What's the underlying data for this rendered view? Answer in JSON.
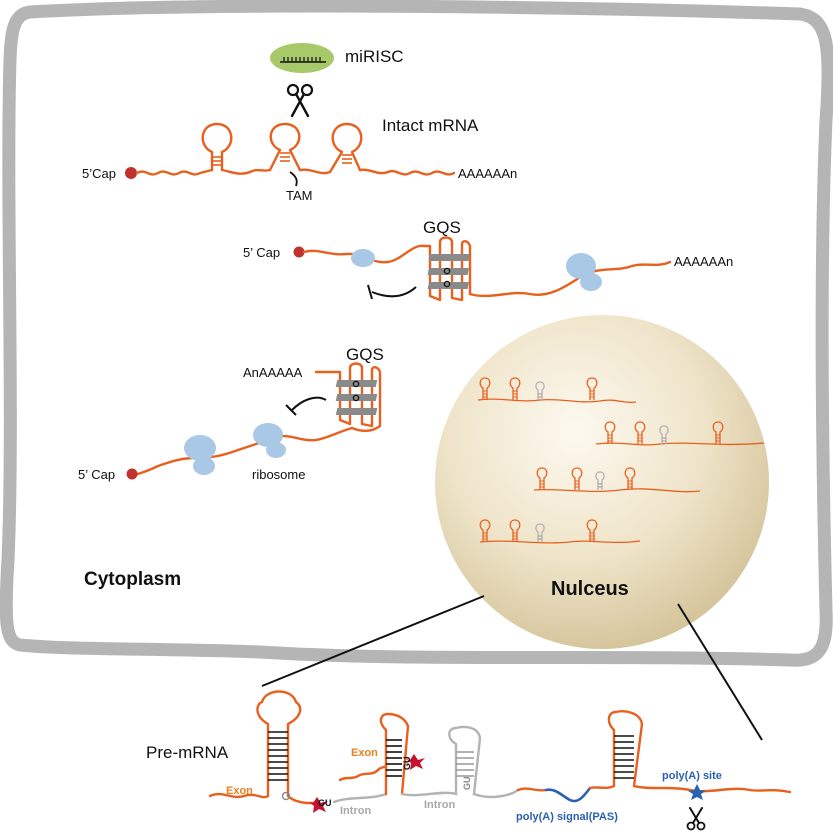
{
  "title": "",
  "labels": {
    "mirisc": "miRISC",
    "intact_mrna": "Intact mRNA",
    "cap_1": "5’Cap",
    "polya_1": "AAAAAAn",
    "tam": "TAM",
    "gqs_1": "GQS",
    "cap_2": "5’ Cap",
    "polya_2": "AAAAAAn",
    "gqs_2": "GQS",
    "polya_3": "AnAAAAA",
    "cap_3": "5’ Cap",
    "ribosome": "ribosome",
    "cytoplasm": "Cytoplasm",
    "nucleus": "Nulceus",
    "pre_mrna": "Pre-mRNA",
    "exon_1": "Exon",
    "exon_2": "Exon",
    "intron_1": "Intron",
    "intron_2": "Intron",
    "gu_1": "GU",
    "gu_2": "GU",
    "gu_3": "GU",
    "pas": "poly(A) signal(PAS)",
    "polya_site": "poly(A) site"
  },
  "colors": {
    "rna": "#e8601e",
    "cell_border": "#b5b5b5",
    "ribosome": "#a9c8e6",
    "mirisc": "#a8c96a",
    "cap": "#c0322b",
    "quadruplex": "#8a8a8a",
    "intron": "#b3b3b3",
    "pas": "#2a62b0",
    "star_red": "#c8102e",
    "star_blue": "#2a62b0",
    "nucleus_center": "#fbf6ea",
    "nucleus_edge": "#d7c7a0"
  },
  "icons": {
    "scissors_top": "scissors-icon",
    "scissors_bottom": "scissors-icon",
    "inhibit_1": "inhibition-arrow-icon",
    "inhibit_2": "inhibition-arrow-icon"
  }
}
